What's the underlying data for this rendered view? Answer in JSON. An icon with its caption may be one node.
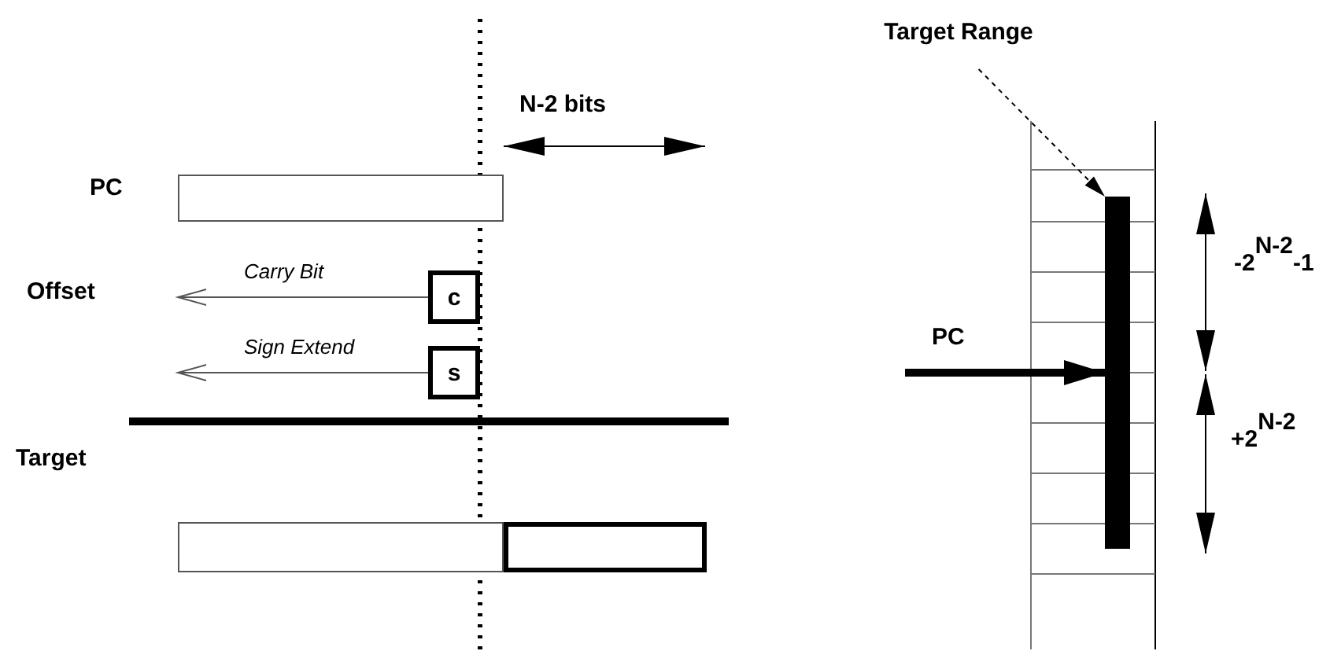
{
  "diagram": {
    "nodes": [
      {
        "text": [],
        "shape": "box"
      },
      {
        "text": [
          "c"
        ]
      },
      {
        "text": [
          "s"
        ]
      },
      {
        "text": [],
        "shape": "box"
      },
      {
        "text": [],
        "shape": "box"
      },
      {
        "text": [
          "Target Range"
        ]
      },
      {
        "text": [],
        "shape": "bar"
      }
    ],
    "edges": [
      {
        "from": 1,
        "to": null,
        "arrow": "to",
        "label": "Carry Bit"
      },
      {
        "from": 2,
        "to": null,
        "arrow": "to",
        "label": "Sign Extend"
      },
      {
        "from": 5,
        "to": 6,
        "arrow": "to",
        "style": "dashed"
      },
      {
        "from": null,
        "to": 6,
        "arrow": "to",
        "style": "thick",
        "label": "PC"
      }
    ],
    "labels": [
      "N-2 bits",
      "PC",
      "Offset",
      "Target",
      "-2$^{N-2}$-1",
      "+2$^{N-2}$"
    ]
  }
}
